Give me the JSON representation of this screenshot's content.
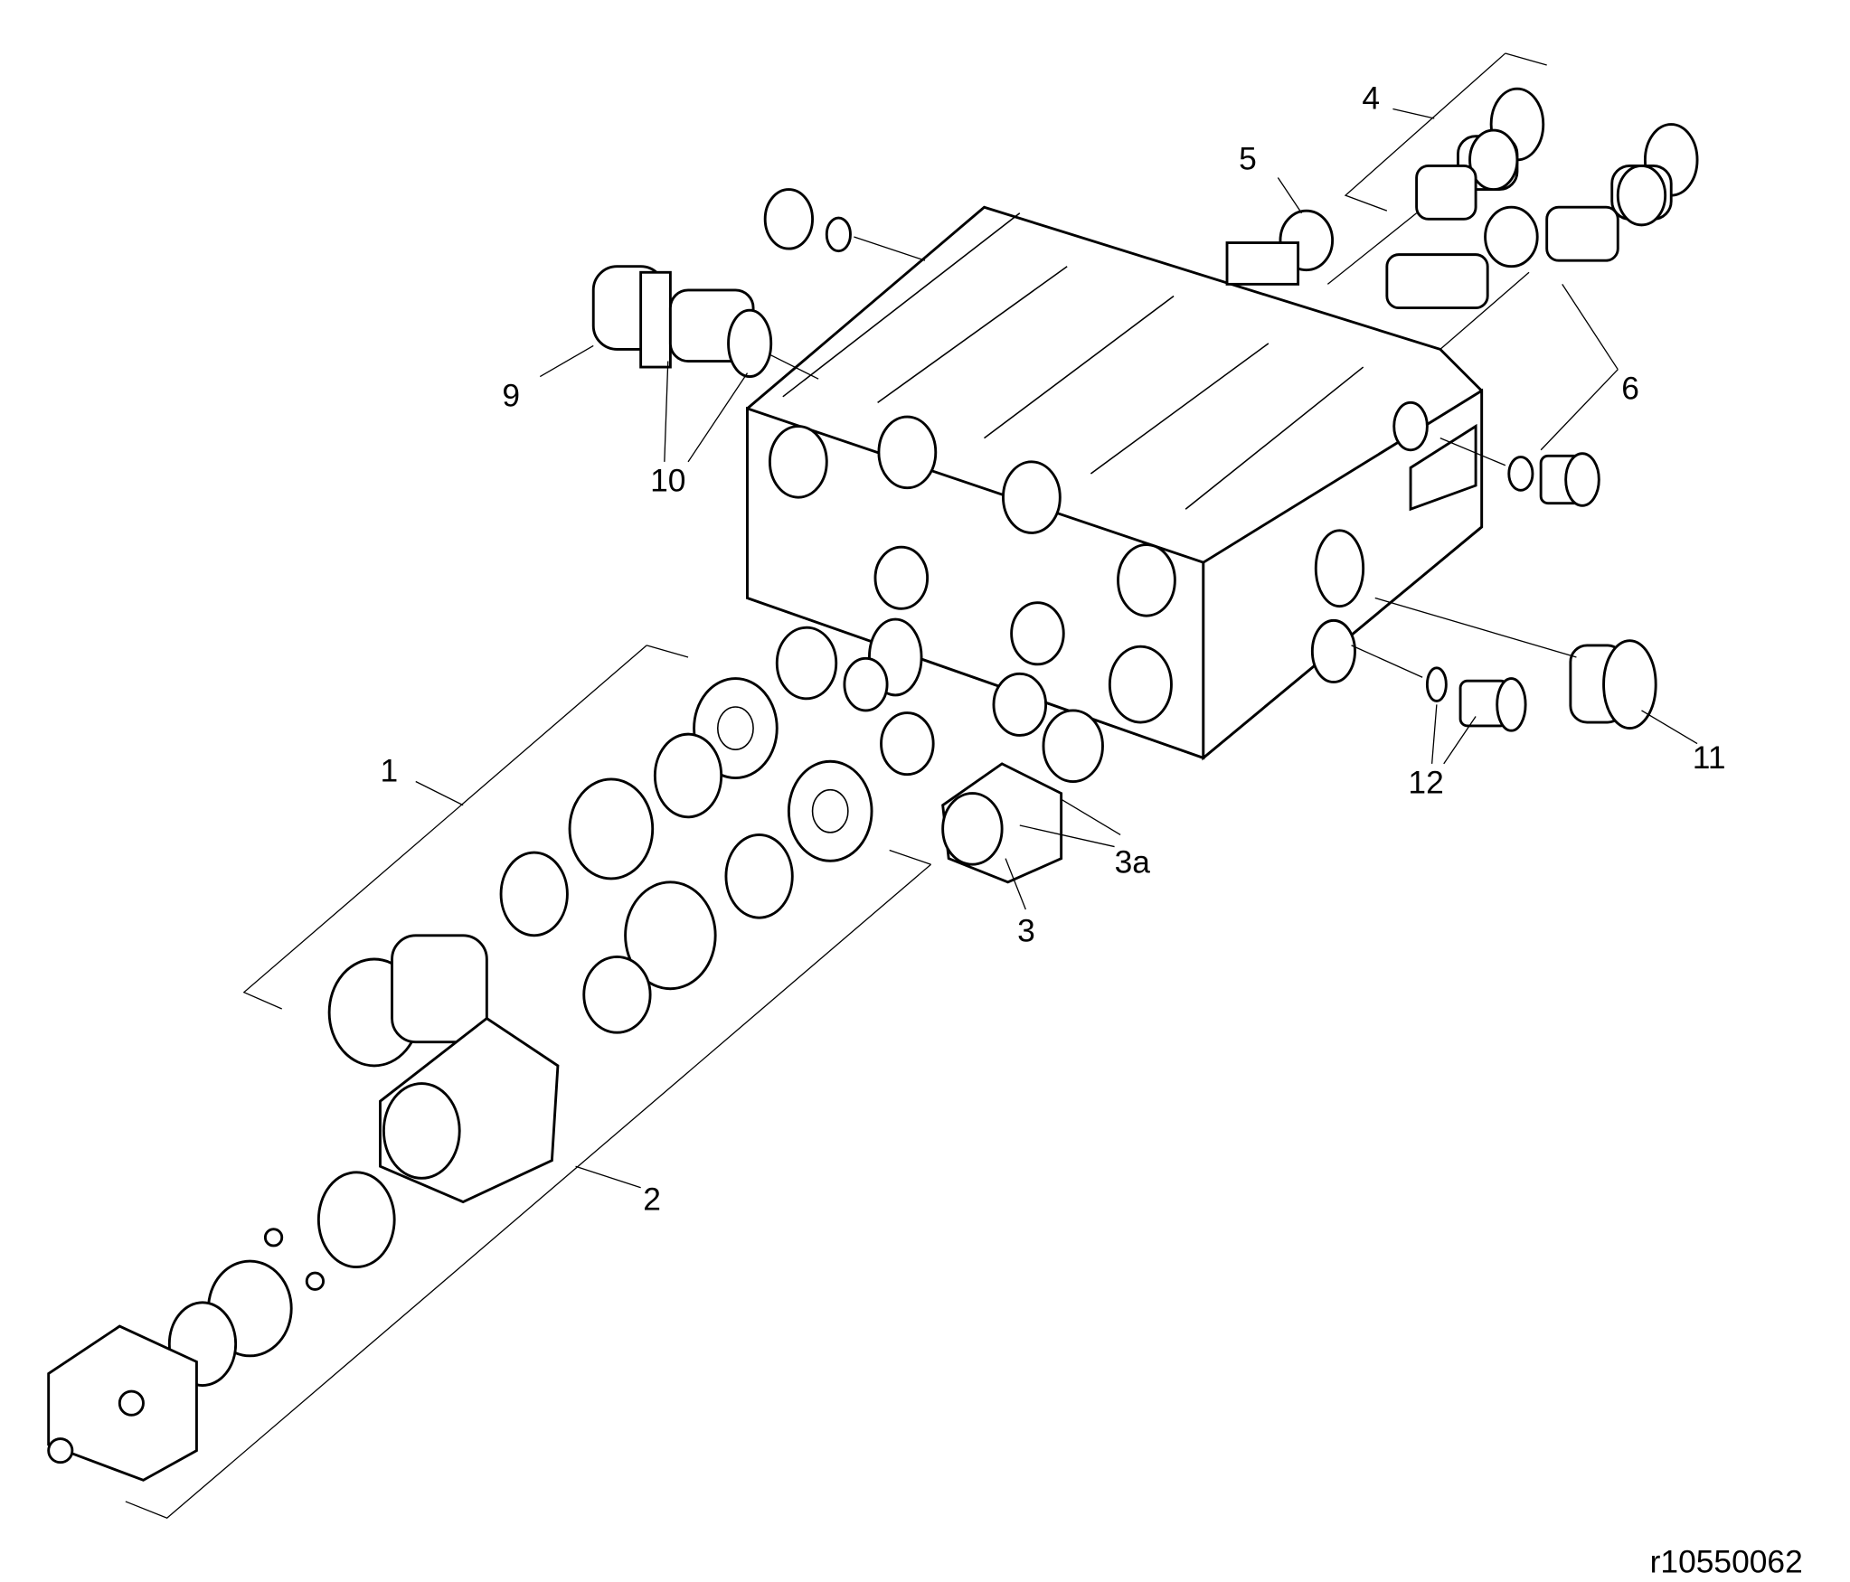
{
  "diagram": {
    "callouts": {
      "c1": "1",
      "c2": "2",
      "c3": "3",
      "c3a": "3a",
      "c4": "4",
      "c5": "5",
      "c6": "6",
      "c9": "9",
      "c10": "10",
      "c11": "11",
      "c12": "12"
    },
    "reference_id": "r10550062"
  }
}
